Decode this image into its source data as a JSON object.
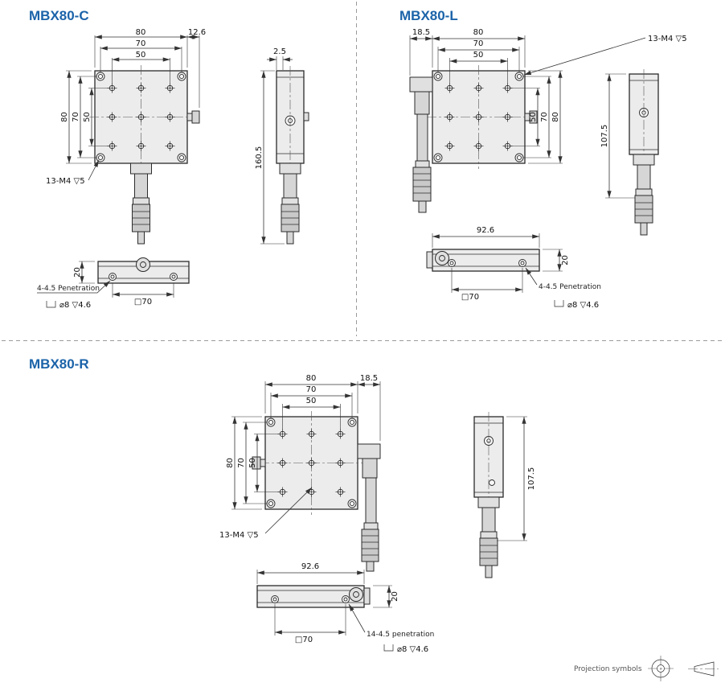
{
  "projection": {
    "label": "Projection symbols"
  },
  "c": {
    "title": "MBX80-C",
    "top_80": "80",
    "top_126": "12.6",
    "top_70": "70",
    "top_50": "50",
    "left_80": "80",
    "left_70": "70",
    "left_50": "50",
    "callout": "13-M4 ▽5",
    "side_25": "2.5",
    "side_h": "160.5",
    "bot_20": "20",
    "bot_pen": "4-4.5 Penetration",
    "bot_cb": "⌀8 ▽4.6",
    "bot_sq": "□70"
  },
  "l": {
    "title": "MBX80-L",
    "top_185": "18.5",
    "top_80": "80",
    "top_70": "70",
    "top_50": "50",
    "right_50": "50",
    "right_70": "70",
    "right_80": "80",
    "callout": "13-M4 ▽5",
    "side_h": "107.5",
    "bot_926": "92.6",
    "bot_20": "20",
    "bot_sq": "□70",
    "bot_pen": "4-4.5 Penetration",
    "bot_cb": "⌀8 ▽4.6"
  },
  "r": {
    "title": "MBX80-R",
    "top_80": "80",
    "top_185": "18.5",
    "top_70": "70",
    "top_50": "50",
    "left_80": "80",
    "left_70": "70",
    "left_50": "50",
    "callout": "13-M4 ▽5",
    "side_h": "107.5",
    "bot_926": "92.6",
    "bot_20": "20",
    "bot_sq": "□70",
    "bot_pen": "14-4.5 penetration",
    "bot_cb": "⌀8 ▽4.6"
  }
}
